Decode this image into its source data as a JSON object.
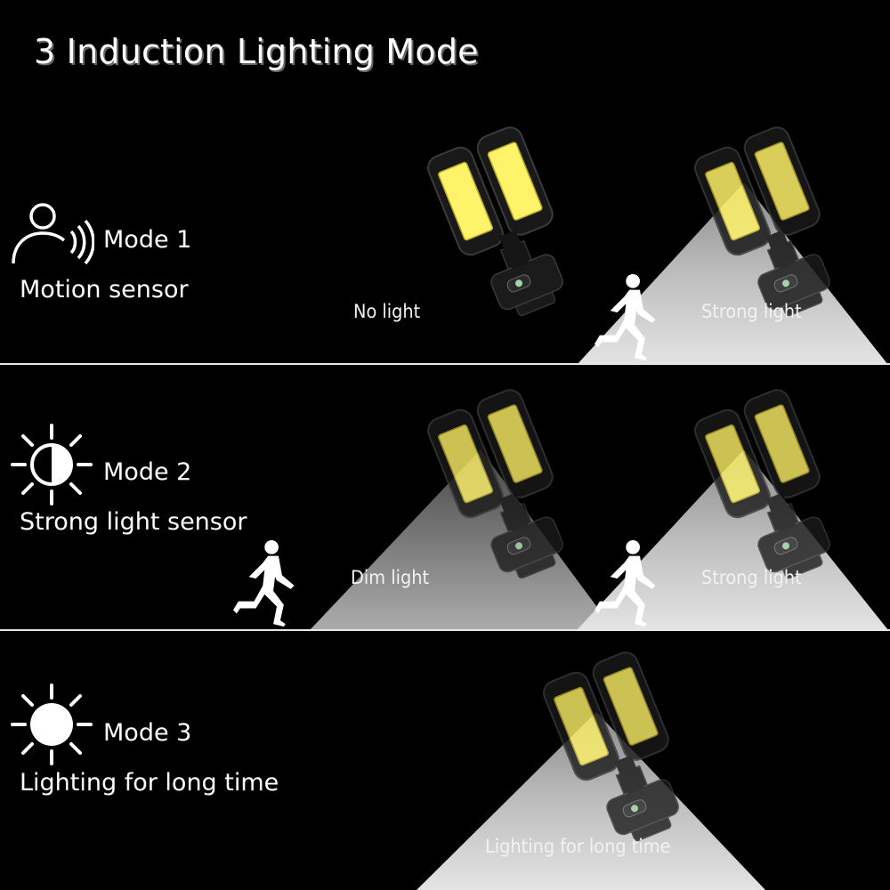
{
  "title": "3 Induction Lighting Mode",
  "modes": [
    {
      "label": "Mode 1",
      "description": "Motion sensor",
      "icon": "motion-sensor-icon",
      "captions": [
        "No light",
        "Strong light"
      ]
    },
    {
      "label": "Mode 2",
      "description": "Strong light sensor",
      "icon": "half-sun-icon",
      "captions": [
        "Dim light",
        "Strong light"
      ]
    },
    {
      "label": "Mode 3",
      "description": "Lighting for long time",
      "icon": "sun-icon",
      "captions": [
        "Lighting for long time"
      ]
    }
  ],
  "colors": {
    "background": "#000000",
    "text": "#ffffff",
    "beam": "#e0e0e0",
    "lamp_body": "#1c1c1c",
    "cob_panel": "#fff36a"
  }
}
